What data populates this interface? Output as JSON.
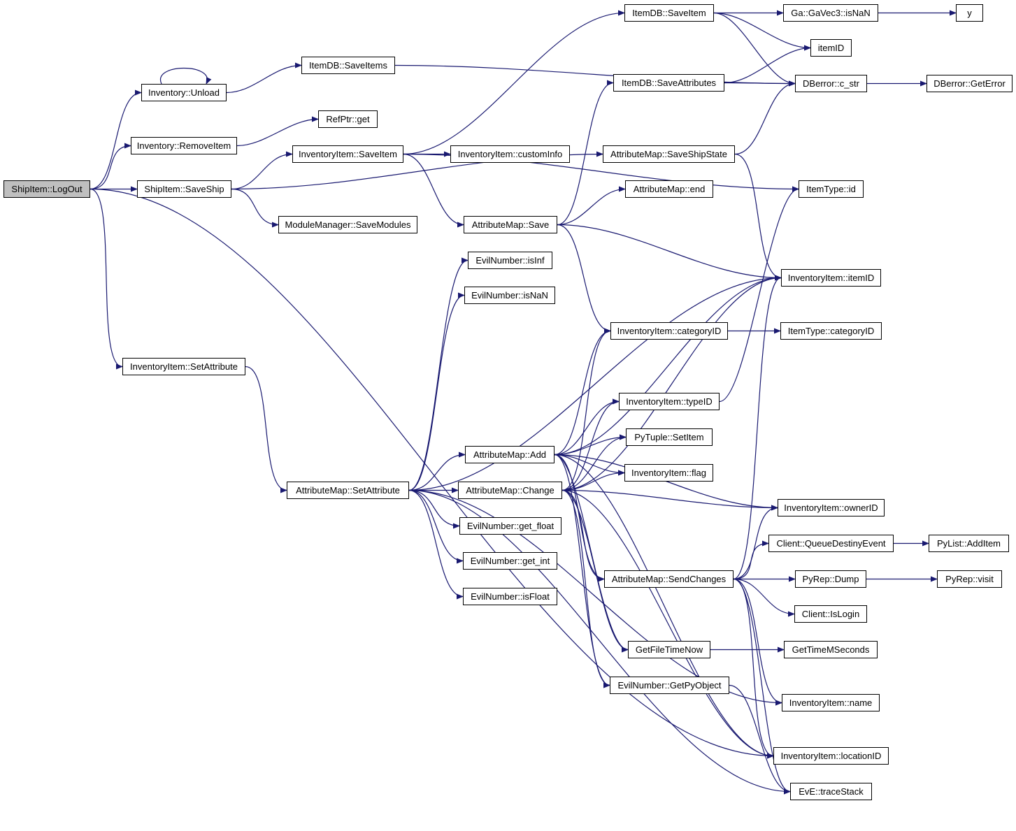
{
  "colors": {
    "edge": "#191970",
    "root_fill": "#bfbfbf",
    "node_fill": "#ffffff",
    "node_border": "#000000"
  },
  "nodes": {
    "root": "ShipItem::LogOut",
    "inv_unload": "Inventory::Unload",
    "inv_removeitem": "Inventory::RemoveItem",
    "shipitem_saveship": "ShipItem::SaveShip",
    "invitem_setattribute": "InventoryItem::SetAttribute",
    "itemdb_saveitems": "ItemDB::SaveItems",
    "refptr_get": "RefPtr::get",
    "invitem_saveitem": "InventoryItem::SaveItem",
    "modulemanager_savemodules": "ModuleManager::SaveModules",
    "itemdb_saveitem": "ItemDB::SaveItem",
    "itemdb_saveattributes": "ItemDB::SaveAttributes",
    "invitem_custominfo": "InventoryItem::customInfo",
    "attrmap_saveshipstate": "AttributeMap::SaveShipState",
    "attrmap_end": "AttributeMap::end",
    "attrmap_save": "AttributeMap::Save",
    "evilnumber_isinf": "EvilNumber::isInf",
    "evilnumber_isnan": "EvilNumber::isNaN",
    "attrmap_add": "AttributeMap::Add",
    "attrmap_setattribute": "AttributeMap::SetAttribute",
    "attrmap_change": "AttributeMap::Change",
    "evilnumber_get_float": "EvilNumber::get_float",
    "evilnumber_get_int": "EvilNumber::get_int",
    "evilnumber_isfloat": "EvilNumber::isFloat",
    "gavec3_isnan": "Ga::GaVec3::isNaN",
    "y": "y",
    "itemid": "itemID",
    "dberror_c_str": "DBerror::c_str",
    "dberror_geterror": "DBerror::GetError",
    "itemtype_id": "ItemType::id",
    "invitem_itemid": "InventoryItem::itemID",
    "invitem_categoryid": "InventoryItem::categoryID",
    "itemtype_categoryid": "ItemType::categoryID",
    "invitem_typeid": "InventoryItem::typeID",
    "pytuple_setitem": "PyTuple::SetItem",
    "invitem_flag": "InventoryItem::flag",
    "invitem_ownerid": "InventoryItem::ownerID",
    "client_queuedestinyevent": "Client::QueueDestinyEvent",
    "pylist_additem": "PyList::AddItem",
    "attrmap_sendchanges": "AttributeMap::SendChanges",
    "pyrep_dump": "PyRep::Dump",
    "pyrep_visit": "PyRep::visit",
    "client_islogin": "Client::IsLogin",
    "getfiletimenow": "GetFileTimeNow",
    "gettimemseconds": "GetTimeMSeconds",
    "evilnumber_getpyobject": "EvilNumber::GetPyObject",
    "invitem_name": "InventoryItem::name",
    "invitem_locationid": "InventoryItem::locationID",
    "eve_tracestack": "EvE::traceStack"
  },
  "edges": [
    [
      "root",
      "inv_unload"
    ],
    [
      "root",
      "inv_removeitem"
    ],
    [
      "root",
      "shipitem_saveship"
    ],
    [
      "root",
      "invitem_setattribute"
    ],
    [
      "root",
      "invitem_locationid"
    ],
    [
      "inv_unload",
      "inv_unload"
    ],
    [
      "inv_unload",
      "itemdb_saveitems"
    ],
    [
      "inv_removeitem",
      "refptr_get"
    ],
    [
      "shipitem_saveship",
      "invitem_saveitem"
    ],
    [
      "shipitem_saveship",
      "modulemanager_savemodules"
    ],
    [
      "shipitem_saveship",
      "attrmap_saveshipstate"
    ],
    [
      "invitem_setattribute",
      "attrmap_setattribute"
    ],
    [
      "itemdb_saveitems",
      "dberror_c_str"
    ],
    [
      "invitem_saveitem",
      "itemdb_saveitem"
    ],
    [
      "invitem_saveitem",
      "invitem_custominfo"
    ],
    [
      "invitem_saveitem",
      "attrmap_save"
    ],
    [
      "invitem_saveitem",
      "itemtype_id"
    ],
    [
      "itemdb_saveitem",
      "gavec3_isnan"
    ],
    [
      "itemdb_saveitem",
      "itemid"
    ],
    [
      "itemdb_saveitem",
      "dberror_c_str"
    ],
    [
      "gavec3_isnan",
      "y"
    ],
    [
      "itemdb_saveattributes",
      "itemid"
    ],
    [
      "itemdb_saveattributes",
      "dberror_c_str"
    ],
    [
      "dberror_c_str",
      "dberror_geterror"
    ],
    [
      "attrmap_saveshipstate",
      "dberror_c_str"
    ],
    [
      "attrmap_saveshipstate",
      "invitem_itemid"
    ],
    [
      "attrmap_save",
      "itemdb_saveattributes"
    ],
    [
      "attrmap_save",
      "attrmap_end"
    ],
    [
      "attrmap_save",
      "invitem_itemid"
    ],
    [
      "attrmap_save",
      "invitem_categoryid"
    ],
    [
      "attrmap_setattribute",
      "evilnumber_isinf"
    ],
    [
      "attrmap_setattribute",
      "evilnumber_isnan"
    ],
    [
      "attrmap_setattribute",
      "invitem_itemid"
    ],
    [
      "attrmap_setattribute",
      "attrmap_add"
    ],
    [
      "attrmap_setattribute",
      "attrmap_change"
    ],
    [
      "attrmap_setattribute",
      "evilnumber_get_float"
    ],
    [
      "attrmap_setattribute",
      "evilnumber_get_int"
    ],
    [
      "attrmap_setattribute",
      "evilnumber_isfloat"
    ],
    [
      "attrmap_setattribute",
      "invitem_name"
    ],
    [
      "attrmap_setattribute",
      "eve_tracestack"
    ],
    [
      "attrmap_add",
      "invitem_itemid"
    ],
    [
      "attrmap_add",
      "invitem_categoryid"
    ],
    [
      "attrmap_add",
      "invitem_typeid"
    ],
    [
      "attrmap_add",
      "pytuple_setitem"
    ],
    [
      "attrmap_add",
      "invitem_flag"
    ],
    [
      "attrmap_add",
      "invitem_ownerid"
    ],
    [
      "attrmap_add",
      "attrmap_sendchanges"
    ],
    [
      "attrmap_add",
      "getfiletimenow"
    ],
    [
      "attrmap_add",
      "evilnumber_getpyobject"
    ],
    [
      "attrmap_add",
      "invitem_locationid"
    ],
    [
      "attrmap_change",
      "invitem_itemid"
    ],
    [
      "attrmap_change",
      "invitem_categoryid"
    ],
    [
      "attrmap_change",
      "invitem_typeid"
    ],
    [
      "attrmap_change",
      "pytuple_setitem"
    ],
    [
      "attrmap_change",
      "invitem_flag"
    ],
    [
      "attrmap_change",
      "invitem_ownerid"
    ],
    [
      "attrmap_change",
      "attrmap_sendchanges"
    ],
    [
      "attrmap_change",
      "getfiletimenow"
    ],
    [
      "attrmap_change",
      "evilnumber_getpyobject"
    ],
    [
      "attrmap_change",
      "invitem_locationid"
    ],
    [
      "invitem_categoryid",
      "itemtype_categoryid"
    ],
    [
      "invitem_typeid",
      "itemtype_id"
    ],
    [
      "attrmap_sendchanges",
      "invitem_itemid"
    ],
    [
      "attrmap_sendchanges",
      "invitem_ownerid"
    ],
    [
      "attrmap_sendchanges",
      "client_queuedestinyevent"
    ],
    [
      "attrmap_sendchanges",
      "pyrep_dump"
    ],
    [
      "attrmap_sendchanges",
      "client_islogin"
    ],
    [
      "attrmap_sendchanges",
      "invitem_name"
    ],
    [
      "attrmap_sendchanges",
      "invitem_locationid"
    ],
    [
      "attrmap_sendchanges",
      "eve_tracestack"
    ],
    [
      "client_queuedestinyevent",
      "pylist_additem"
    ],
    [
      "pyrep_dump",
      "pyrep_visit"
    ],
    [
      "getfiletimenow",
      "gettimemseconds"
    ],
    [
      "evilnumber_getpyobject",
      "eve_tracestack"
    ]
  ]
}
